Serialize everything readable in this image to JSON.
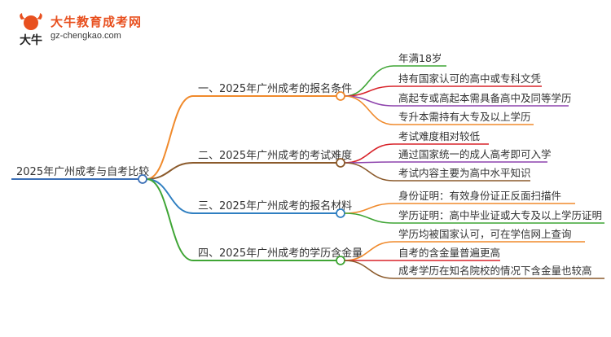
{
  "logo": {
    "title": "大牛教育成考网",
    "url": "gz-chengkao.com"
  },
  "mindmap": {
    "root": {
      "label": "2025年广州成考与自考比较",
      "color": "#3b6fb6"
    },
    "branches": [
      {
        "label": "一、2025年广州成考的报名条件",
        "color": "#f08a2c",
        "leaves": [
          {
            "label": "年满18岁",
            "color": "#3fa535"
          },
          {
            "label": "持有国家认可的高中或专科文凭",
            "color": "#d8232a"
          },
          {
            "label": "高起专或高起本需具备高中及同等学历",
            "color": "#8e44ad"
          },
          {
            "label": "专升本需持有大专及以上学历",
            "color": "#f08a2c"
          }
        ]
      },
      {
        "label": "二、2025年广州成考的考试难度",
        "color": "#8b5a2b",
        "leaves": [
          {
            "label": "考试难度相对较低",
            "color": "#d8232a"
          },
          {
            "label": "通过国家统一的成人高考即可入学",
            "color": "#8e44ad"
          },
          {
            "label": "考试内容主要为高中水平知识",
            "color": "#8b5a2b"
          }
        ]
      },
      {
        "label": "三、2025年广州成考的报名材料",
        "color": "#2f7fc1",
        "leaves": [
          {
            "label": "身份证明：有效身份证正反面扫描件",
            "color": "#f08a2c"
          },
          {
            "label": "学历证明：高中毕业证或大专及以上学历证明",
            "color": "#3fa535"
          }
        ]
      },
      {
        "label": "四、2025年广州成考的学历含金量",
        "color": "#3fa535",
        "leaves": [
          {
            "label": "学历均被国家认可，可在学信网上查询",
            "color": "#f08a2c"
          },
          {
            "label": "自考的含金量普遍更高",
            "color": "#d8232a"
          },
          {
            "label": "成考学历在知名院校的情况下含金量也较高",
            "color": "#8b5a2b"
          }
        ]
      }
    ]
  }
}
